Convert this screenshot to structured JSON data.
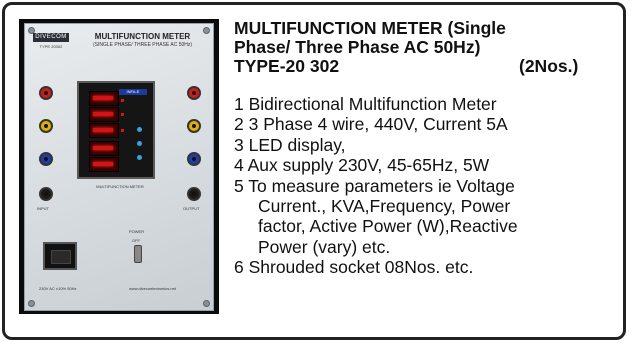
{
  "photo": {
    "logo": "DIVECOM",
    "type_code": "TYPE 20302",
    "panel_title": "MULTIFUNCTION METER",
    "panel_subtitle": "(SINGLE PHASE/ THREE PHASE AC 50Hz)",
    "meter_brand": "INFA-E",
    "meter_label": "MULTIFUNCTION METER",
    "input_label": "INPUT",
    "output_label": "OUTPUT",
    "power_label": "POWER",
    "off_label": "OFF",
    "supply_text": "230V AC ±10% 50Hz",
    "website": "www.divecoelectronics.net"
  },
  "heading": {
    "line1": "MULTIFUNCTION METER (Single",
    "line2": "Phase/ Three Phase AC 50Hz)",
    "type": "TYPE-20 302",
    "quantity": "(2Nos.)"
  },
  "features": [
    "1 Bidirectional Multifunction Meter",
    "2 3 Phase 4 wire, 440V, Current 5A",
    "3 LED display,",
    "4  Aux supply 230V, 45-65Hz, 5W",
    "5  To measure parameters ie Voltage",
    "Current., KVA,Frequency, Power",
    "factor, Active  Power (W),Reactive",
    "Power (vary) etc.",
    "6 Shrouded socket 08Nos. etc."
  ]
}
